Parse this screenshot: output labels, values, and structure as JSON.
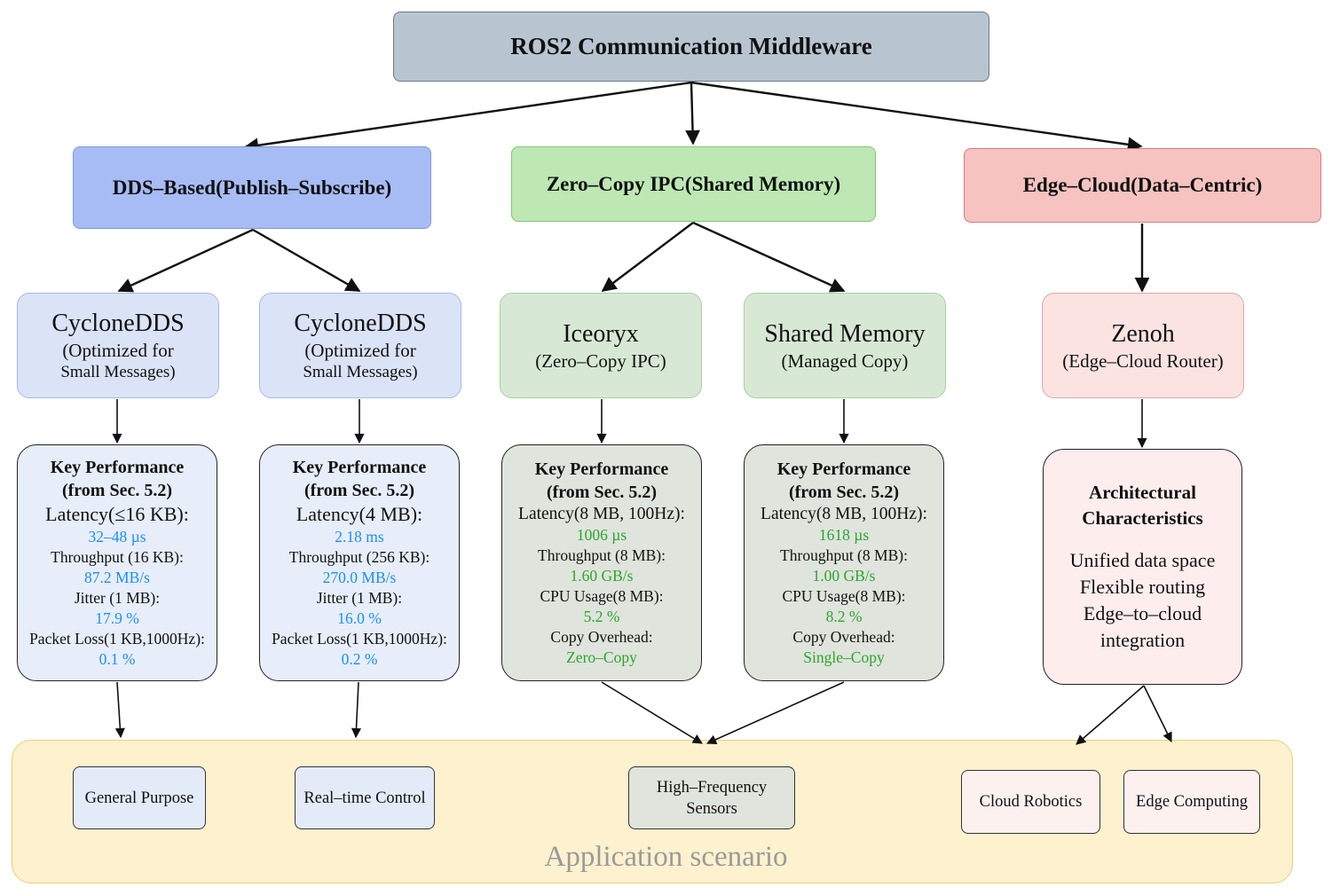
{
  "root": {
    "title": "ROS2 Communication Middleware"
  },
  "categories": [
    {
      "label": "DDS–Based(Publish–Subscribe)"
    },
    {
      "label": "Zero–Copy IPC(Shared Memory)"
    },
    {
      "label": "Edge–Cloud(Data–Centric)"
    }
  ],
  "implementations": [
    {
      "name": "CycloneDDS",
      "sub1": "(Optimized for",
      "sub2": "Small Messages)"
    },
    {
      "name": "CycloneDDS",
      "sub1": "(Optimized for",
      "sub2": "Small Messages)"
    },
    {
      "name": "Iceoryx",
      "sub1": "(Zero–Copy IPC)"
    },
    {
      "name": "Shared Memory",
      "sub1": "(Managed Copy)"
    },
    {
      "name": "Zenoh",
      "sub1": "(Edge–Cloud Router)"
    }
  ],
  "performance": [
    {
      "heading1": "Key Performance",
      "heading2": "(from Sec. 5.2)",
      "latency_label": "Latency(≤16 KB):",
      "latency_value": "32–48 µs",
      "throughput_label": "Throughput (16 KB):",
      "throughput_value": "87.2 MB/s",
      "jitter_label": "Jitter (1 MB):",
      "jitter_value": "17.9 %",
      "loss_label": "Packet Loss(1 KB,1000Hz):",
      "loss_value": "0.1 %"
    },
    {
      "heading1": "Key Performance",
      "heading2": "(from Sec. 5.2)",
      "latency_label": "Latency(4 MB):",
      "latency_value": "2.18 ms",
      "throughput_label": "Throughput (256 KB):",
      "throughput_value": "270.0 MB/s",
      "jitter_label": "Jitter (1 MB):",
      "jitter_value": "16.0 %",
      "loss_label": "Packet Loss(1 KB,1000Hz):",
      "loss_value": "0.2 %"
    },
    {
      "heading1": "Key Performance",
      "heading2": "(from Sec. 5.2)",
      "latency_label": "Latency(8 MB, 100Hz):",
      "latency_value": "1006 µs",
      "throughput_label": "Throughput (8 MB):",
      "throughput_value": "1.60 GB/s",
      "cpu_label": "CPU Usage(8 MB):",
      "cpu_value": "5.2 %",
      "copy_label": "Copy Overhead:",
      "copy_value": "Zero–Copy"
    },
    {
      "heading1": "Key Performance",
      "heading2": "(from Sec. 5.2)",
      "latency_label": "Latency(8 MB, 100Hz):",
      "latency_value": "1618 µs",
      "throughput_label": "Throughput (8 MB):",
      "throughput_value": "1.00 GB/s",
      "cpu_label": "CPU Usage(8 MB):",
      "cpu_value": "8.2 %",
      "copy_label": "Copy Overhead:",
      "copy_value": "Single–Copy"
    }
  ],
  "architecture": {
    "heading1": "Architectural",
    "heading2": "Characteristics",
    "features": [
      "Unified data space",
      "Flexible routing",
      "Edge–to–cloud",
      "integration"
    ]
  },
  "applications": {
    "panel_title": "Application scenario",
    "items": [
      {
        "line1": "General Purpose"
      },
      {
        "line1": "Real–time Control"
      },
      {
        "line1": "High–Frequency",
        "line2": "Sensors"
      },
      {
        "line1": "Cloud Robotics"
      },
      {
        "line1": "Edge Computing"
      }
    ]
  },
  "colors": {
    "root_fill": "#b8c5d1",
    "dds_fill": "#a7bcf5",
    "zero_copy_fill": "#bde8b4",
    "edge_cloud_fill": "#f6c3c1",
    "blue_value": "#1a8fff",
    "green_value": "#2ea52e",
    "panel_fill": "#fdf1ce"
  }
}
